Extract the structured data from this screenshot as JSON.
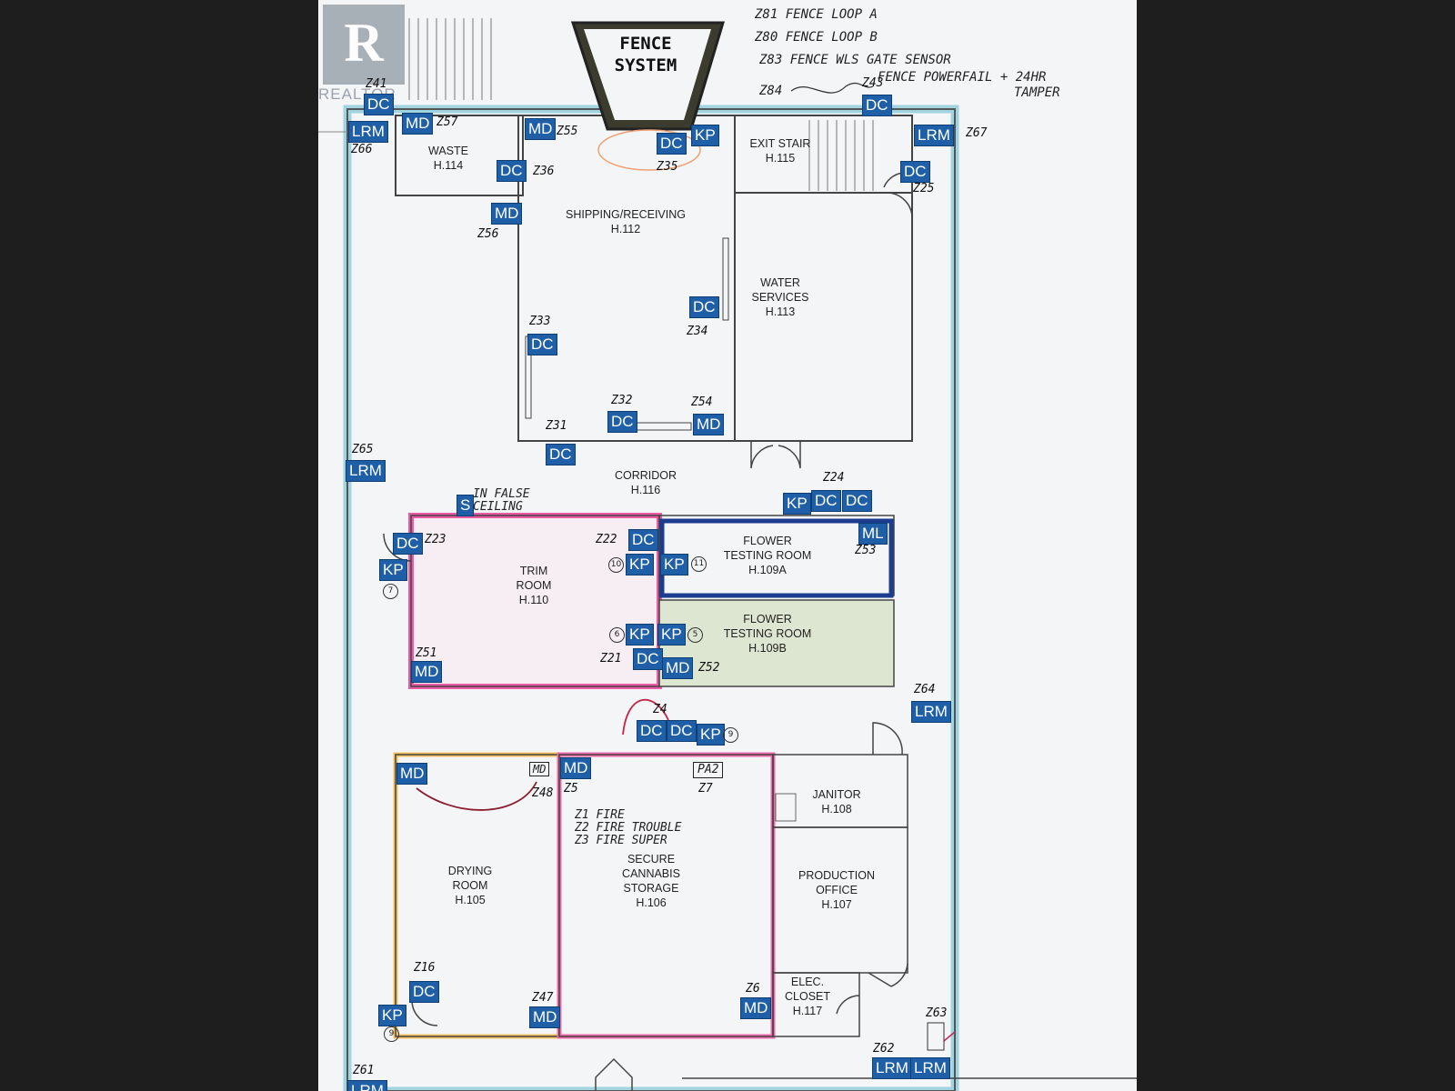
{
  "logo": {
    "mark": "R",
    "name": "REALTOR"
  },
  "fence_title": "FENCE SYSTEM",
  "legend": [
    "Z81 FENCE LOOP A",
    "Z80 FENCE LOOP B",
    "Z83 FENCE WLS GATE SENSOR",
    "Z84",
    "FENCE POWERFAIL + 24HR",
    "TAMPER"
  ],
  "rooms": [
    {
      "name": "WASTE",
      "code": "H.114"
    },
    {
      "name": "SHIPPING/RECEIVING",
      "code": "H.112"
    },
    {
      "name": "EXIT STAIR",
      "code": "H.115"
    },
    {
      "name": "WATER\nSERVICES",
      "code": "H.113"
    },
    {
      "name": "CORRIDOR",
      "code": "H.116"
    },
    {
      "name": "TRIM\nROOM",
      "code": "H.110"
    },
    {
      "name": "FLOWER\nTESTING ROOM",
      "code": "H.109A"
    },
    {
      "name": "FLOWER\nTESTING ROOM",
      "code": "H.109B"
    },
    {
      "name": "JANITOR",
      "code": "H.108"
    },
    {
      "name": "PRODUCTION\nOFFICE",
      "code": "H.107"
    },
    {
      "name": "DRYING\nROOM",
      "code": "H.105"
    },
    {
      "name": "SECURE\nCANNABIS\nSTORAGE",
      "code": "H.106"
    },
    {
      "name": "ELEC.\nCLOSET",
      "code": "H.117"
    }
  ],
  "tags": [
    "DC",
    "LRM",
    "MD",
    "MD",
    "DC",
    "KP",
    "DC",
    "LRM",
    "DC",
    "MD",
    "DC",
    "DC",
    "DC",
    "DC",
    "MD",
    "DC",
    "LRM",
    "S",
    "DC",
    "KP",
    "DC",
    "KP",
    "KP",
    "ML",
    "KP",
    "DC",
    "DC",
    "KP",
    "KP",
    "DC",
    "MD",
    "MD",
    "LRM",
    "DC",
    "DC",
    "KP",
    "MD",
    "MD",
    "DC",
    "KP",
    "MD",
    "MD",
    "LRM",
    "LRM",
    "LRM"
  ],
  "zones": [
    "Z41",
    "Z66",
    "Z57",
    "Z55",
    "Z35",
    "Z36",
    "Z43",
    "Z67",
    "Z25",
    "Z56",
    "Z33",
    "Z34",
    "Z32",
    "Z54",
    "Z31",
    "Z65",
    "Z24",
    "Z23",
    "Z22",
    "Z53",
    "Z51",
    "Z21",
    "Z52",
    "Z64",
    "Z4",
    "Z48",
    "Z5",
    "Z7",
    "Z16",
    "Z47",
    "Z6",
    "Z63",
    "Z62",
    "Z61"
  ],
  "notes": {
    "false_ceiling": "IN FALSE\nCEILING",
    "fire": "Z1 FIRE\nZ2 FIRE TROUBLE\nZ3 FIRE SUPER",
    "md_box": "MD",
    "pa2": "PA2"
  },
  "circles": [
    "7",
    "10",
    "11",
    "6",
    "5",
    "9",
    "9"
  ]
}
